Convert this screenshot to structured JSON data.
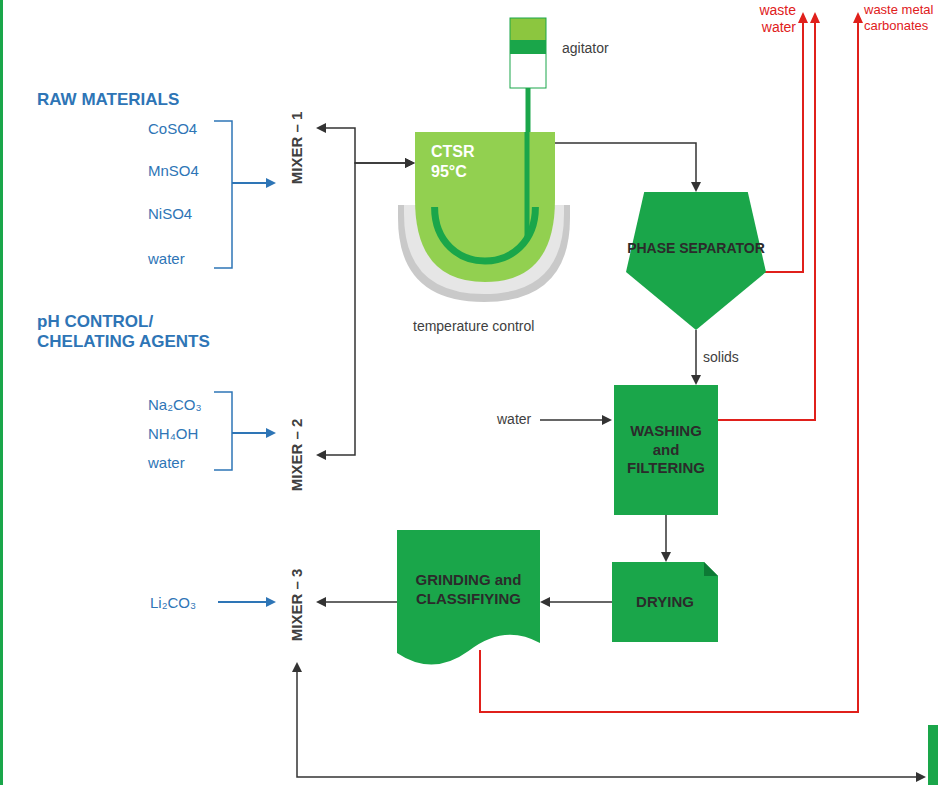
{
  "diagram": {
    "nodes": [
      {
        "text": [
          "MIXER – 1"
        ]
      },
      {
        "text": [
          "CTSR 95°C"
        ]
      },
      {
        "text": [
          "PHASE SEPARATOR"
        ]
      },
      {
        "text": [
          "MIXER – 2"
        ]
      },
      {
        "text": [
          "WASHING and FILTERING"
        ]
      },
      {
        "text": [
          "MIXER – 3"
        ]
      },
      {
        "text": [
          "GRINDING and CLASSIFIYING"
        ]
      },
      {
        "text": [
          "DRYING"
        ]
      }
    ],
    "edges": [
      {
        "from": 0,
        "to": 1,
        "arrow": "both"
      },
      {
        "from": 3,
        "to": 1,
        "arrow": "both"
      },
      {
        "from": 1,
        "to": 2,
        "arrow": "to"
      },
      {
        "from": 2,
        "to": 4,
        "label": "solids",
        "arrow": "to"
      },
      {
        "from": 4,
        "to": 7,
        "arrow": "to"
      },
      {
        "from": 7,
        "to": 6,
        "arrow": "to"
      },
      {
        "from": 6,
        "to": 5,
        "arrow": "to"
      }
    ],
    "labels": [
      "RAW MATERIALS",
      "CoSO4",
      "MnSO4",
      "NiSO4",
      "water",
      "pH CONTROL/ CHELATING AGENTS",
      "Na₂CO₃",
      "NH₄OH",
      "water",
      "agitator",
      "temperature control",
      "waste water",
      "waste metal carbonates",
      "water",
      "Li₂CO₃"
    ]
  }
}
